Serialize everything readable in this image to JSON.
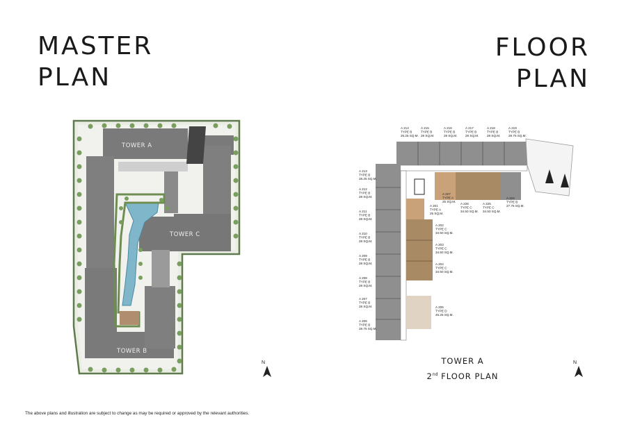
{
  "master_heading": {
    "line1": "MASTER",
    "line2": "PLAN"
  },
  "floor_heading": {
    "line1": "FLOOR",
    "line2": "PLAN"
  },
  "towers": {
    "a": "TOWER A",
    "b": "TOWER B",
    "c": "TOWER C"
  },
  "north": "N",
  "caption": {
    "line1": "TOWER A",
    "line2_prefix": "2",
    "line2_sup": "nd",
    "line2_suffix": "FLOOR PLAN"
  },
  "disclaimer": "The above plans and illustration are subject to change as may be required or approved by the relevant authorities.",
  "units": [
    {
      "lines": [
        "A 214",
        "TYPE B",
        "25.25 SQ.M."
      ]
    },
    {
      "lines": [
        "A 215",
        "TYPE B",
        "28 SQ.M."
      ]
    },
    {
      "lines": [
        "A 216",
        "TYPE B",
        "28 SQ.M."
      ]
    },
    {
      "lines": [
        "A 217",
        "TYPE B",
        "28 SQ.M."
      ]
    },
    {
      "lines": [
        "A 218",
        "TYPE B",
        "28 SQ.M."
      ]
    },
    {
      "lines": [
        "A 219",
        "TYPE B",
        "28.75 SQ.M."
      ]
    },
    {
      "lines": [
        "A 213",
        "TYPE B",
        "28.25 SQ.M."
      ]
    },
    {
      "lines": [
        "A 212",
        "TYPE B",
        "28 SQ.M."
      ]
    },
    {
      "lines": [
        "A 211",
        "TYPE B",
        "28 SQ.M."
      ]
    },
    {
      "lines": [
        "A 210",
        "TYPE B",
        "28 SQ.M."
      ]
    },
    {
      "lines": [
        "A 209",
        "TYPE B",
        "28 SQ.M."
      ]
    },
    {
      "lines": [
        "A 208",
        "TYPE B",
        "28 SQ.M."
      ]
    },
    {
      "lines": [
        "A 207",
        "TYPE B",
        "28 SQ.M."
      ]
    },
    {
      "lines": [
        "A 206",
        "TYPE B",
        "28.75 SQ.M."
      ]
    },
    {
      "lines": [
        "A 227",
        "TYPE A",
        "25 SQ.M."
      ]
    },
    {
      "lines": [
        "A 201",
        "TYPE A",
        "25 SQ.M."
      ]
    },
    {
      "lines": [
        "A 226",
        "TYPE C",
        "34.50 SQ.M."
      ]
    },
    {
      "lines": [
        "A 225",
        "TYPE C",
        "34.50 SQ.M."
      ]
    },
    {
      "lines": [
        "A 224",
        "TYPE B",
        "27.75 SQ.M."
      ]
    },
    {
      "lines": [
        "A 202",
        "TYPE C",
        "34.50 SQ.M."
      ]
    },
    {
      "lines": [
        "A 203",
        "TYPE C",
        "34.50 SQ.M."
      ]
    },
    {
      "lines": [
        "A 204",
        "TYPE C",
        "34.50 SQ.M."
      ]
    },
    {
      "lines": [
        "A 205",
        "TYPE D",
        "45.25 SQ.M."
      ]
    }
  ]
}
